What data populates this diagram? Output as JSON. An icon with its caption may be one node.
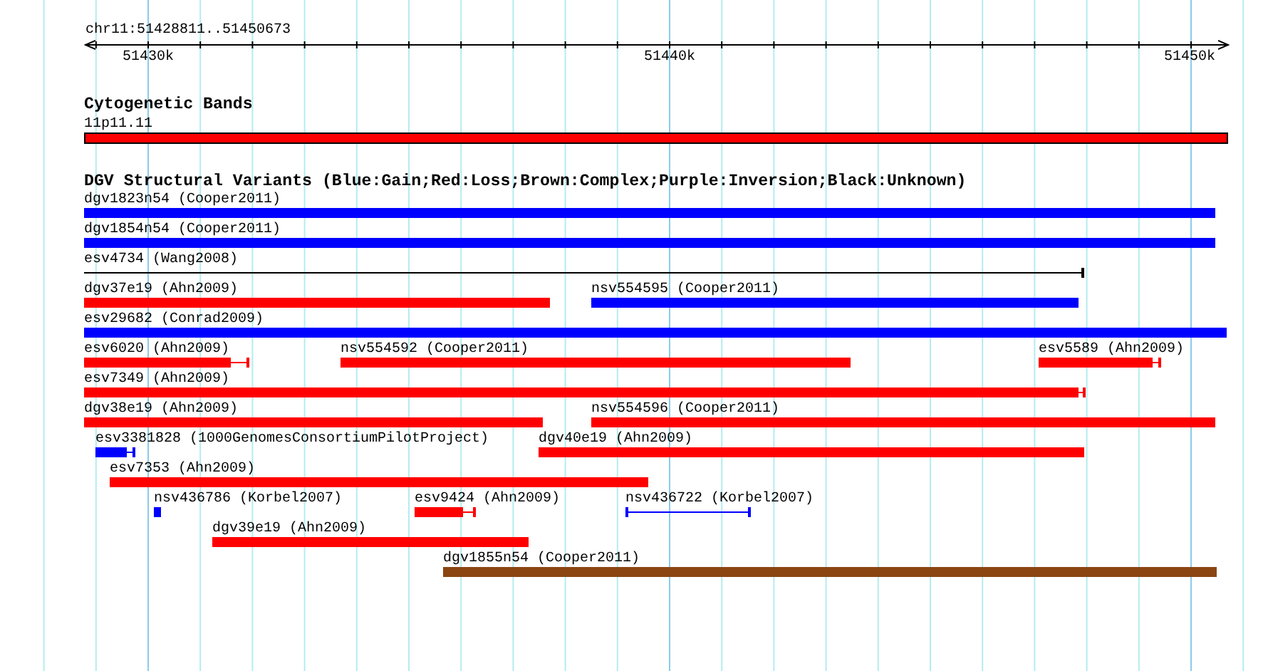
{
  "diagram": {
    "nodes": [
      {
        "text": [
          "11p11.11"
        ]
      },
      {
        "text": [
          "dgv1823n54 (Cooper2011)"
        ]
      },
      {
        "text": [
          "dgv1854n54 (Cooper2011)"
        ]
      },
      {
        "text": [
          "esv4734 (Wang2008)"
        ]
      },
      {
        "text": [
          "dgv37e19 (Ahn2009)"
        ]
      },
      {
        "text": [
          "nsv554595 (Cooper2011)"
        ]
      },
      {
        "text": [
          "esv29682 (Conrad2009)"
        ]
      },
      {
        "text": [
          "esv6020 (Ahn2009)"
        ]
      },
      {
        "text": [
          "nsv554592 (Cooper2011)"
        ]
      },
      {
        "text": [
          "esv5589 (Ahn2009)"
        ]
      },
      {
        "text": [
          "esv7349 (Ahn2009)"
        ]
      },
      {
        "text": [
          "dgv38e19 (Ahn2009)"
        ]
      },
      {
        "text": [
          "nsv554596 (Cooper2011)"
        ]
      },
      {
        "text": [
          "esv3381828 (1000GenomesConsortiumPilotProject)"
        ]
      },
      {
        "text": [
          "dgv40e19 (Ahn2009)"
        ]
      },
      {
        "text": [
          "esv7353 (Ahn2009)"
        ]
      },
      {
        "text": [
          "nsv436786 (Korbel2007)"
        ]
      },
      {
        "text": [
          "esv9424 (Ahn2009)"
        ]
      },
      {
        "text": [
          "nsv436722 (Korbel2007)"
        ]
      },
      {
        "text": [
          "dgv39e19 (Ahn2009)"
        ]
      },
      {
        "text": [
          "dgv1855n54 (Cooper2011)"
        ]
      }
    ],
    "edges": [],
    "labels": [
      "chr11:51428811..51450673",
      "51430k",
      "51440k",
      "51450k",
      "Cytogenetic Bands",
      "DGV Structural Variants (Blue:Gain;Red:Loss;Brown:Complex;Purple:Inversion;Black:Unknown)"
    ]
  }
}
